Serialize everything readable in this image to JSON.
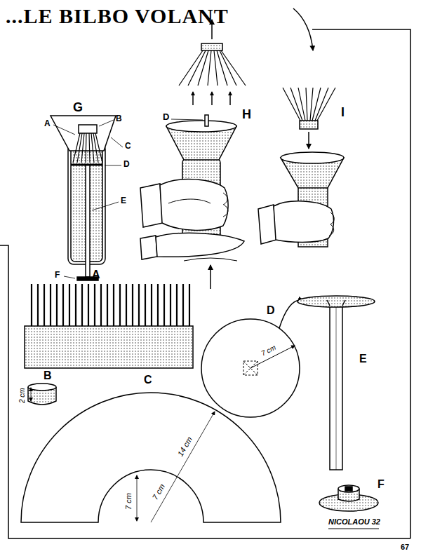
{
  "diagram": {
    "title": "...LE BILBO VOLANT",
    "labels": [
      "G",
      "A",
      "B",
      "C",
      "D",
      "E",
      "F",
      "D",
      "H",
      "I",
      "A",
      "D",
      "7 cm",
      "E",
      "B",
      "2 cm",
      "C",
      "14 cm",
      "7 cm",
      "7 cm",
      "F",
      "NICOLAOU 32",
      "67"
    ]
  }
}
